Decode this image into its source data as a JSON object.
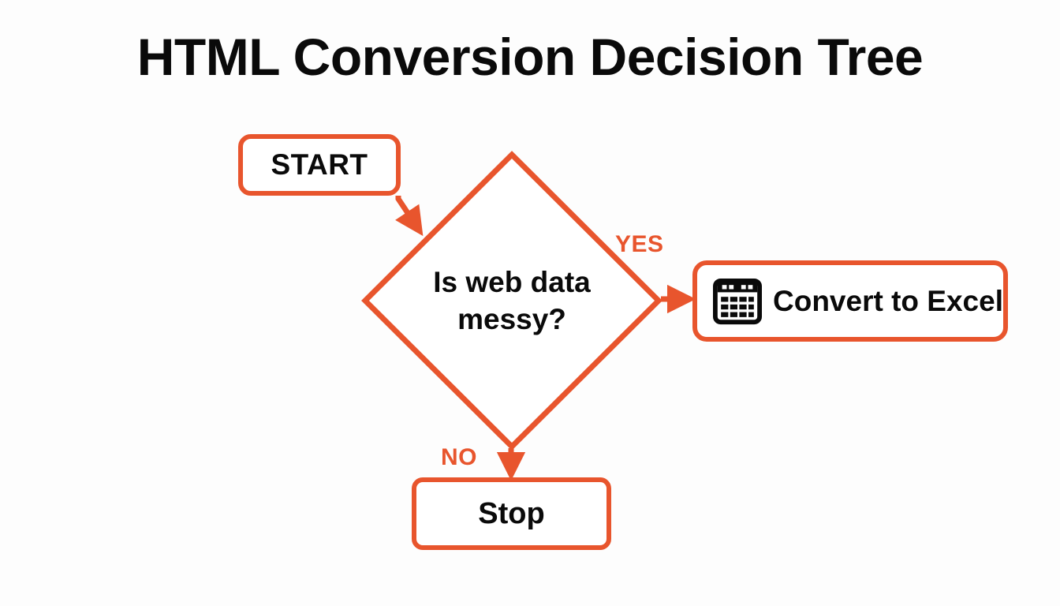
{
  "title": "HTML Conversion Decision Tree",
  "theme": {
    "accent": "#e8552d",
    "text": "#0a0a0a",
    "background": "#fdfdfd",
    "node_fill": "#ffffff"
  },
  "nodes": {
    "start": {
      "label": "START",
      "shape": "rounded-rect"
    },
    "decision": {
      "shape": "diamond",
      "line1": "Is web data",
      "line2": "messy?",
      "text": "Is web data messy?"
    },
    "excel": {
      "label": "Convert to Excel",
      "shape": "rounded-rect",
      "icon": "spreadsheet-icon"
    },
    "stop": {
      "label": "Stop",
      "shape": "rounded-rect"
    }
  },
  "edges": {
    "start_to_decision": {
      "label": ""
    },
    "decision_to_excel": {
      "label": "YES"
    },
    "decision_to_stop": {
      "label": "NO"
    }
  },
  "chart_data": {
    "type": "diagram",
    "title": "HTML Conversion Decision Tree",
    "diagram_kind": "flowchart",
    "nodes": [
      {
        "id": "start",
        "text": "START",
        "shape": "rounded-rect"
      },
      {
        "id": "decision",
        "text": "Is web data messy?",
        "shape": "diamond"
      },
      {
        "id": "excel",
        "text": "Convert to Excel",
        "shape": "rounded-rect",
        "icon": "spreadsheet-icon"
      },
      {
        "id": "stop",
        "text": "Stop",
        "shape": "rounded-rect"
      }
    ],
    "edges": [
      {
        "from": "start",
        "to": "decision",
        "label": ""
      },
      {
        "from": "decision",
        "to": "excel",
        "label": "YES"
      },
      {
        "from": "decision",
        "to": "stop",
        "label": "NO"
      }
    ]
  }
}
